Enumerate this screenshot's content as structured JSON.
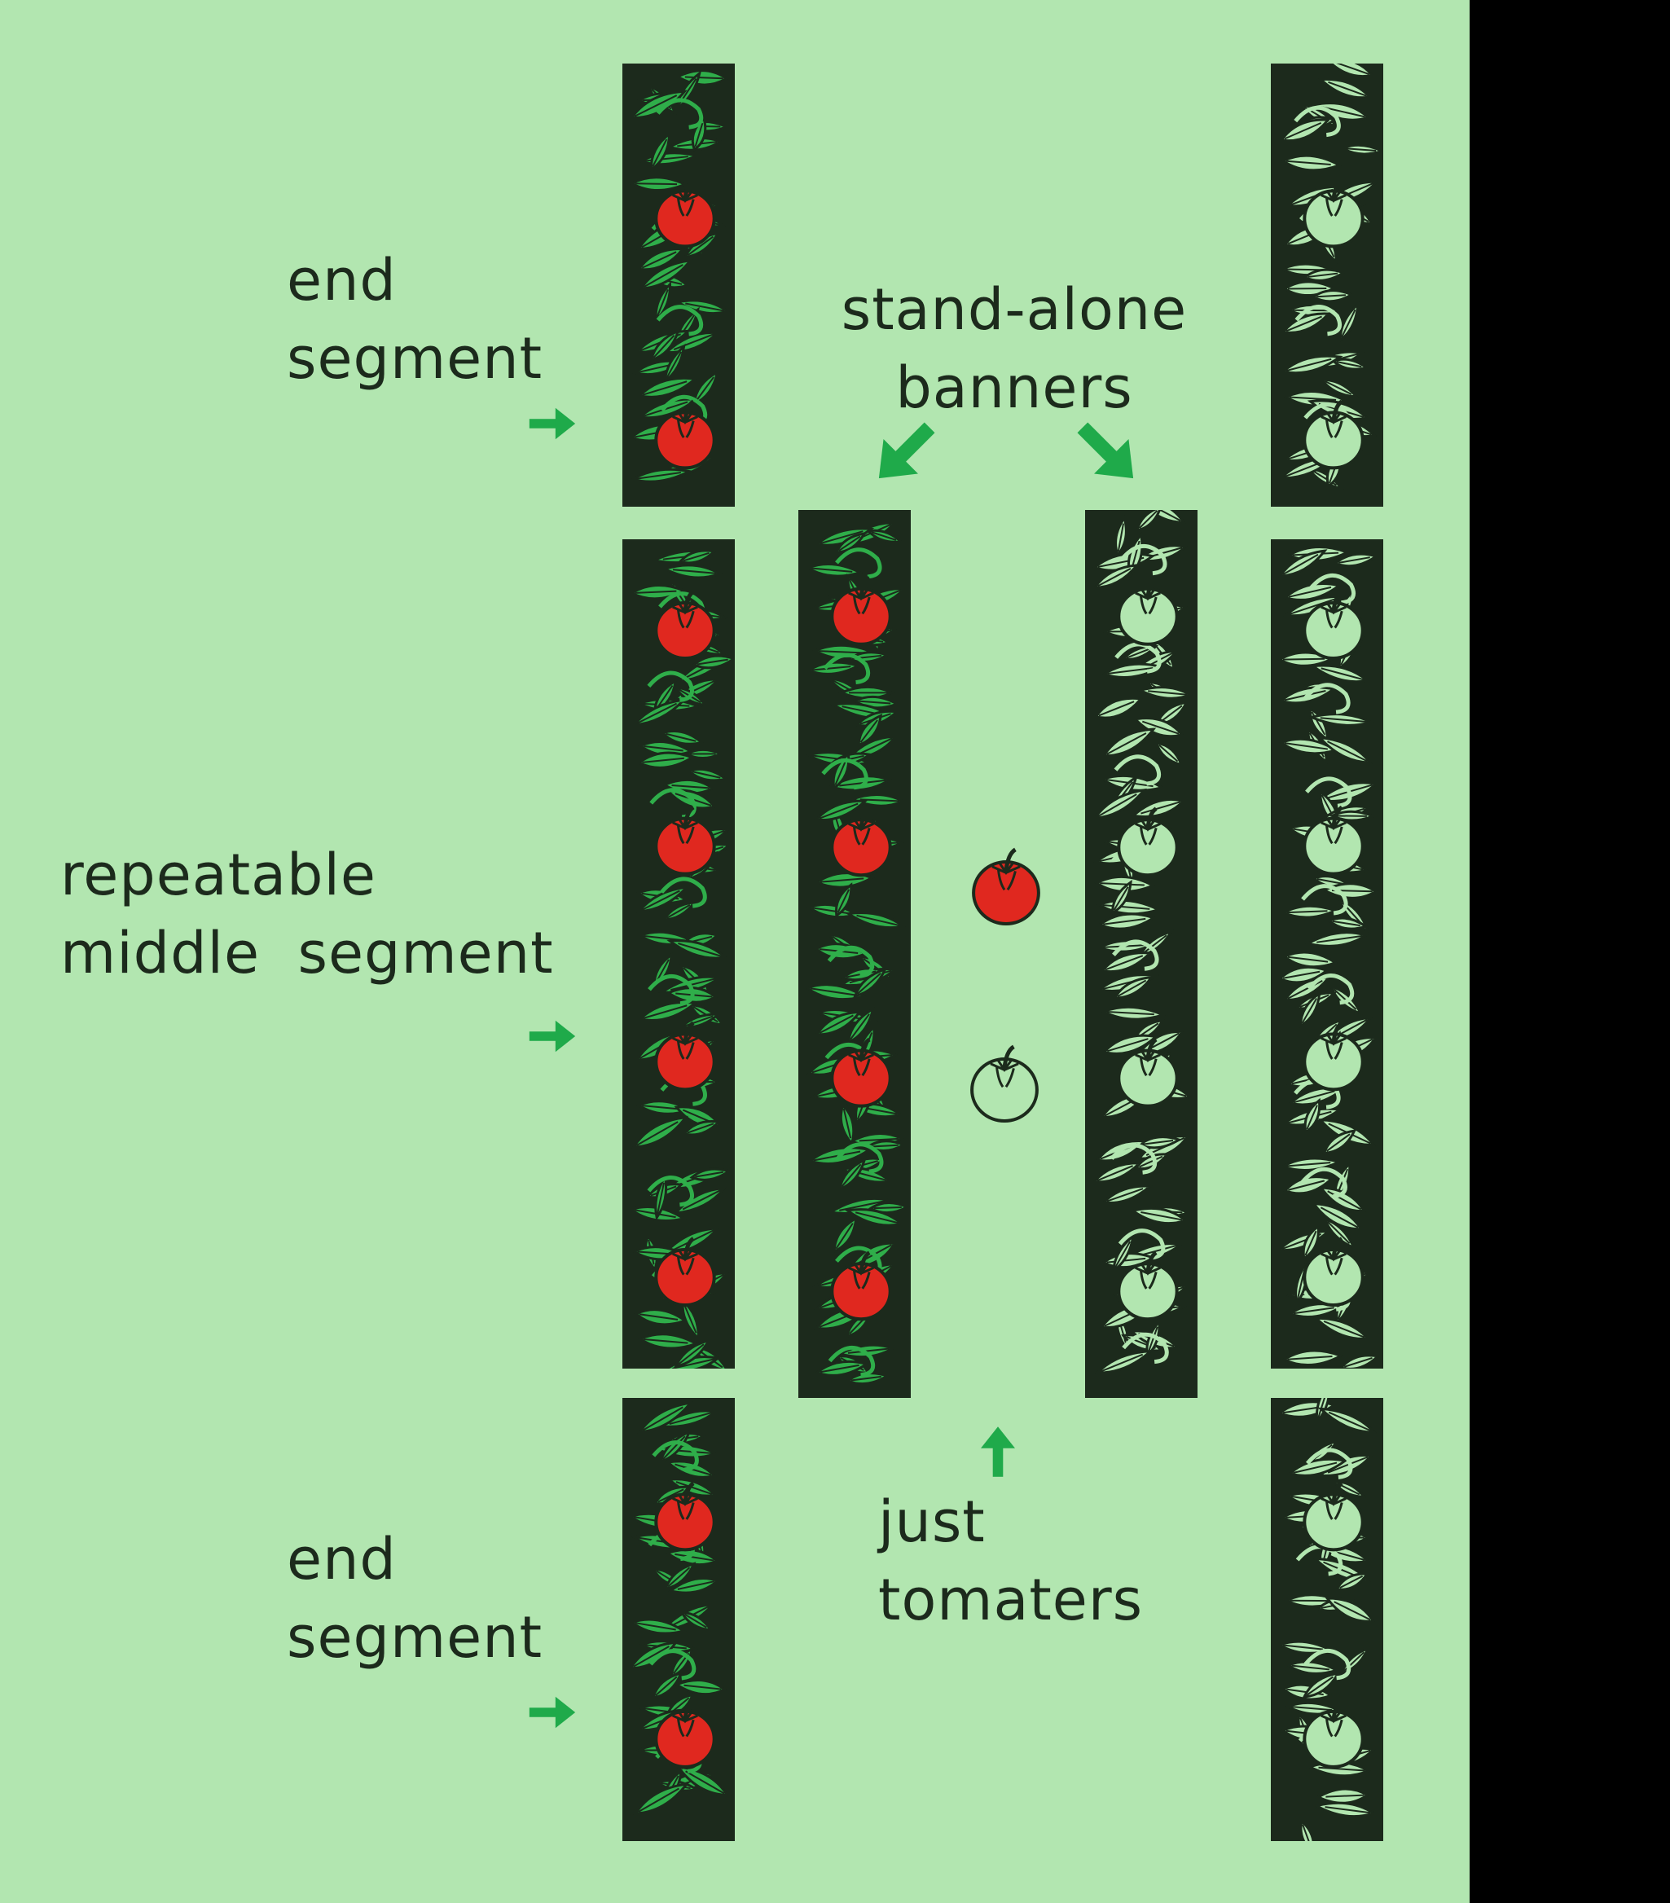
{
  "labels": {
    "top_end": [
      "end",
      "segment"
    ],
    "middle": [
      "repeatable",
      "middle  segment"
    ],
    "bottom_end": [
      "end",
      "segment"
    ],
    "standalone": [
      "stand-alone",
      "banners"
    ],
    "tomaters": [
      "just",
      "tomaters"
    ]
  },
  "colors": {
    "background": "#b2e6b0",
    "outline": "#1c2a1c",
    "leaf_green": "#2fae4a",
    "leaf_pale": "#b2e6b0",
    "tomato_red": "#e0281f",
    "arrow_green": "#1faa4a",
    "right_margin": "#000000"
  },
  "icons": {
    "arrow": "arrow-icon",
    "tomato": "tomato-icon"
  }
}
